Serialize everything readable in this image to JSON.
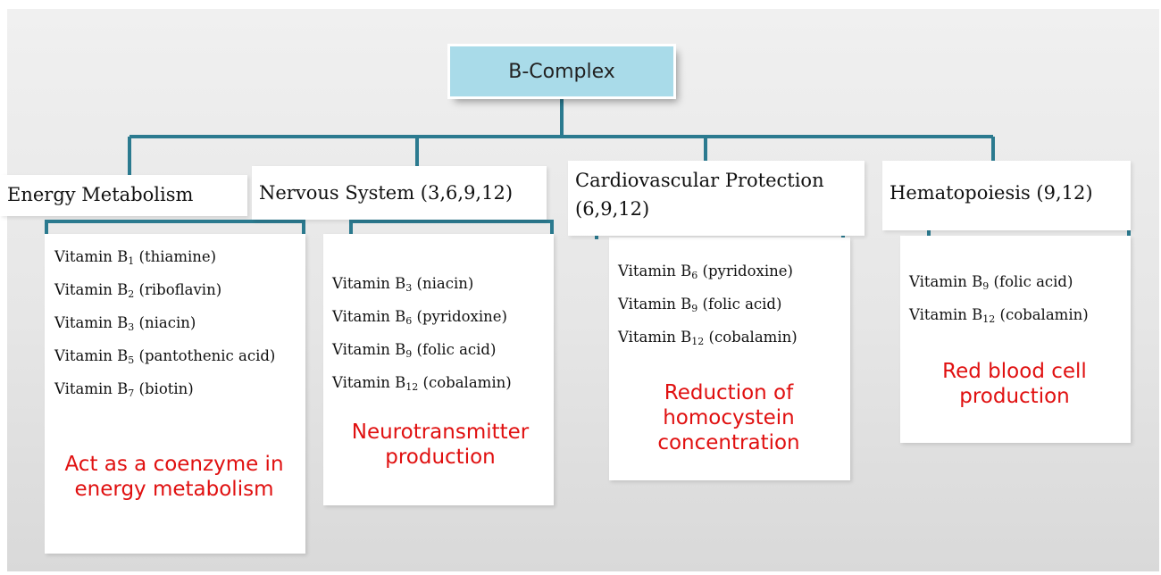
{
  "root": {
    "label": "B-Complex"
  },
  "accent_color": "#2b7a8f",
  "root_fill": "#a9dbe9",
  "effect_color": "#e01010",
  "categories": [
    {
      "title": "Energy Metabolism",
      "vitamins": [
        {
          "name": "Vitamin B",
          "sub": "1",
          "desc": "(thiamine)"
        },
        {
          "name": "Vitamin B",
          "sub": "2",
          "desc": "(riboflavin)"
        },
        {
          "name": "Vitamin B",
          "sub": "3",
          "desc": "(niacin)"
        },
        {
          "name": "Vitamin B",
          "sub": "5",
          "desc": "(pantothenic acid)"
        },
        {
          "name": "Vitamin B",
          "sub": "7",
          "desc": "(biotin)"
        }
      ],
      "effect": "Act as a coenzyme in energy metabolism"
    },
    {
      "title": "Nervous System (3,6,9,12)",
      "vitamins": [
        {
          "name": "Vitamin B",
          "sub": "3",
          "desc": "(niacin)"
        },
        {
          "name": "Vitamin B",
          "sub": "6",
          "desc": "(pyridoxine)"
        },
        {
          "name": "Vitamin B",
          "sub": "9",
          "desc": "(folic acid)"
        },
        {
          "name": "Vitamin B",
          "sub": "12",
          "desc": "(cobalamin)"
        }
      ],
      "effect": "Neurotransmitter production"
    },
    {
      "title": "Cardiovascular Protection (6,9,12)",
      "vitamins": [
        {
          "name": "Vitamin B",
          "sub": "6",
          "desc": "(pyridoxine)"
        },
        {
          "name": "Vitamin B",
          "sub": "9",
          "desc": "(folic acid)"
        },
        {
          "name": "Vitamin B",
          "sub": "12",
          "desc": "(cobalamin)"
        }
      ],
      "effect": "Reduction of homocystein concentration"
    },
    {
      "title": "Hematopoiesis (9,12)",
      "vitamins": [
        {
          "name": "Vitamin B",
          "sub": "9",
          "desc": "(folic acid)"
        },
        {
          "name": "Vitamin B",
          "sub": "12",
          "desc": "(cobalamin)"
        }
      ],
      "effect": "Red blood cell production"
    }
  ]
}
